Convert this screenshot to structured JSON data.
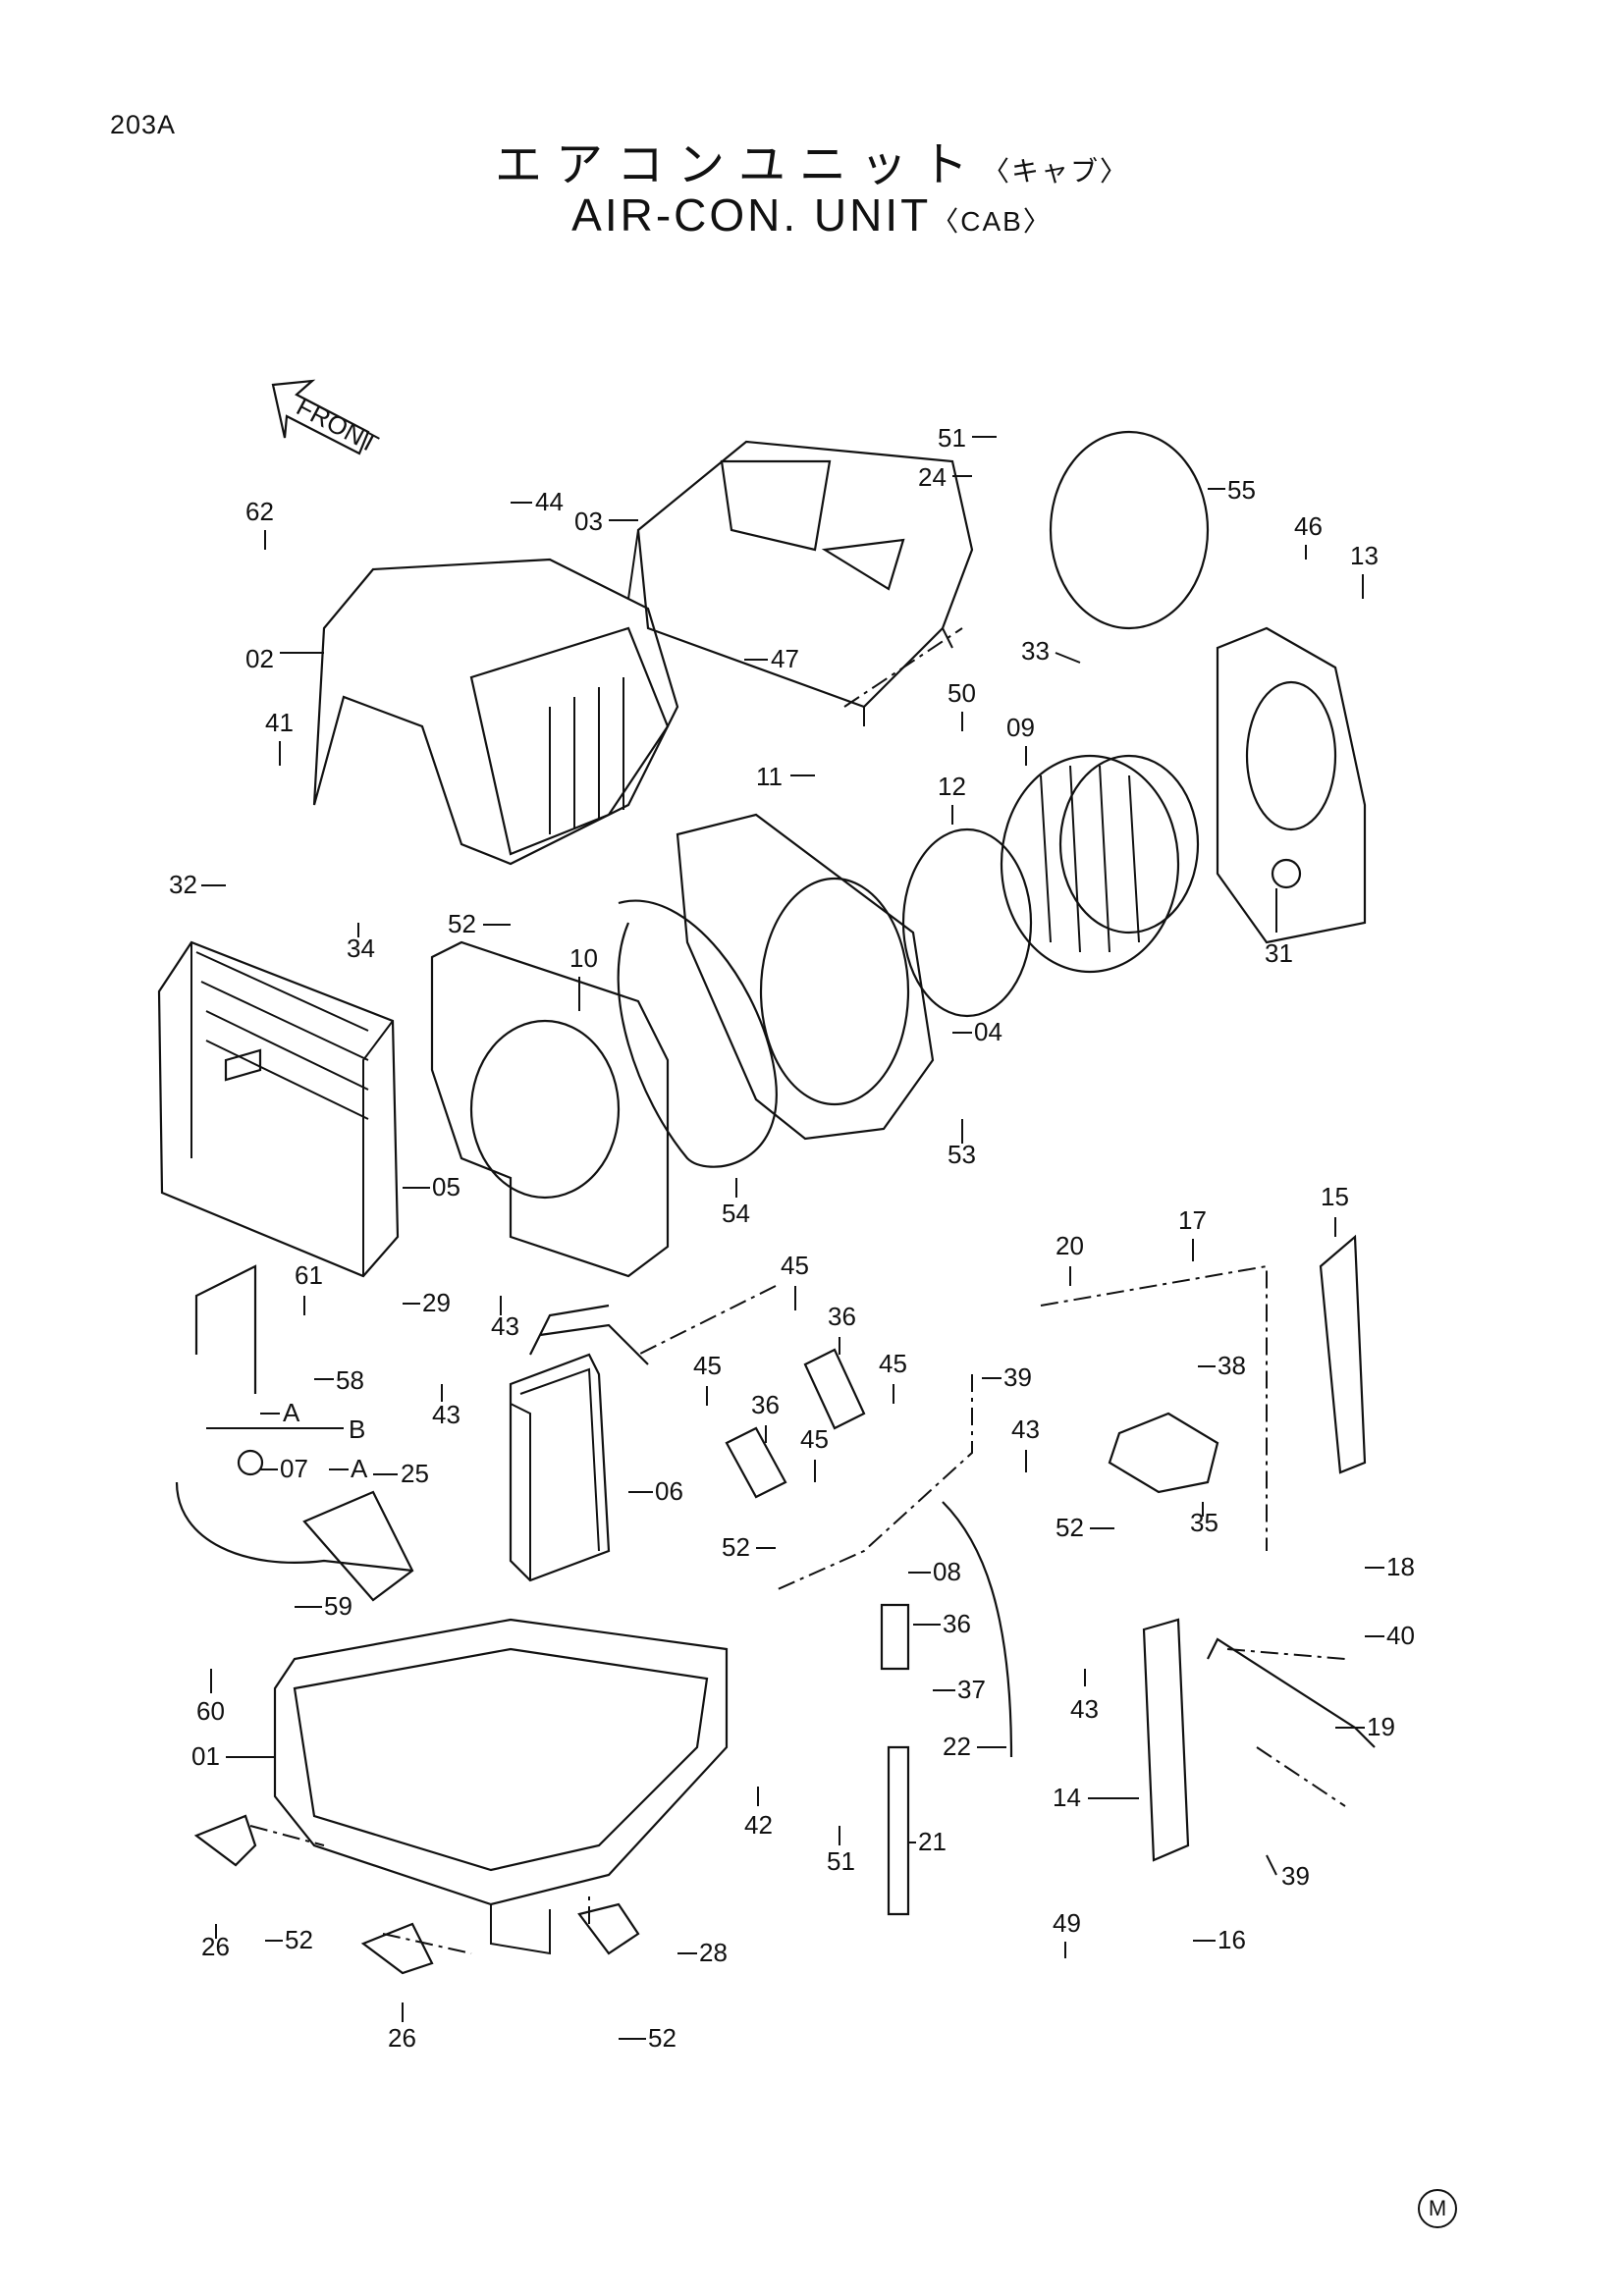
{
  "page_code": "203A",
  "title_jp": "エアコンユニット",
  "title_jp_sub": "〈キャブ〉",
  "title_en": "AIR-CON. UNIT",
  "title_en_sub": "〈CAB〉",
  "front_label": "FRONT",
  "mark": "M",
  "callouts": [
    "01",
    "02",
    "03",
    "04",
    "05",
    "06",
    "07",
    "08",
    "09",
    "10",
    "11",
    "12",
    "13",
    "14",
    "15",
    "16",
    "17",
    "18",
    "19",
    "20",
    "21",
    "22",
    "24",
    "25",
    "26",
    "28",
    "29",
    "31",
    "32",
    "33",
    "34",
    "35",
    "36",
    "37",
    "38",
    "39",
    "40",
    "41",
    "42",
    "43",
    "44",
    "45",
    "46",
    "47",
    "49",
    "50",
    "51",
    "52",
    "53",
    "54",
    "55",
    "58",
    "59",
    "60",
    "61",
    "62",
    "A",
    "B"
  ]
}
